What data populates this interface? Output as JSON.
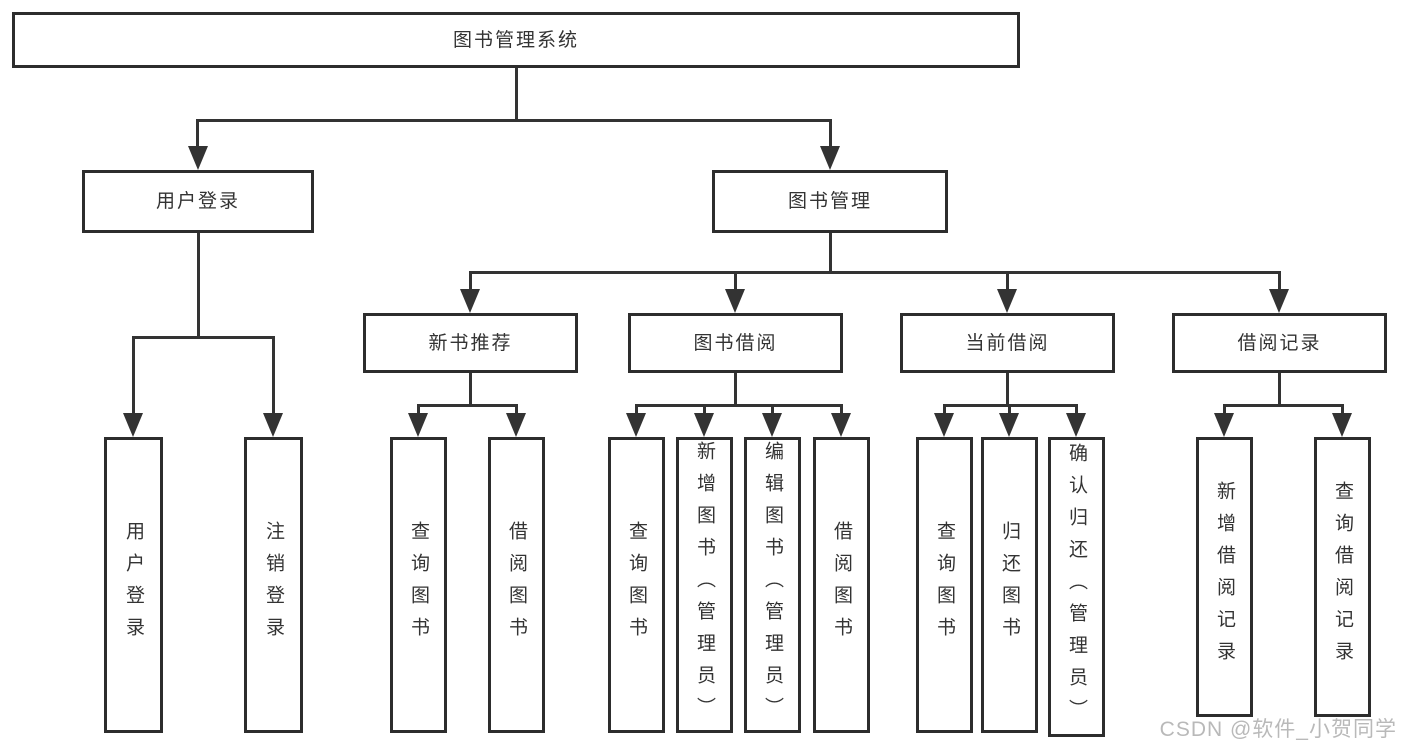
{
  "diagram": {
    "root": {
      "label": "图书管理系统"
    },
    "level2": [
      {
        "label": "用户登录"
      },
      {
        "label": "图书管理"
      }
    ],
    "level3": [
      {
        "label": "新书推荐"
      },
      {
        "label": "图书借阅"
      },
      {
        "label": "当前借阅"
      },
      {
        "label": "借阅记录"
      }
    ],
    "leaves": {
      "user_login": [
        "用户登录",
        "注销登录"
      ],
      "new_books": [
        "查询图书",
        "借阅图书"
      ],
      "borrow": [
        "查询图书",
        "新增图书（管理员）",
        "编辑图书（管理员）",
        "借阅图书"
      ],
      "current": [
        "查询图书",
        "归还图书",
        "确认归还（管理员）"
      ],
      "records": [
        "新增借阅记录",
        "查询借阅记录"
      ]
    },
    "colors": {
      "line": "#333333",
      "border": "#2d2d2d",
      "text": "#333333",
      "background": "#ffffff",
      "watermark": "#b9b9b9"
    }
  },
  "watermark": {
    "text": "CSDN @软件_小贺同学"
  }
}
